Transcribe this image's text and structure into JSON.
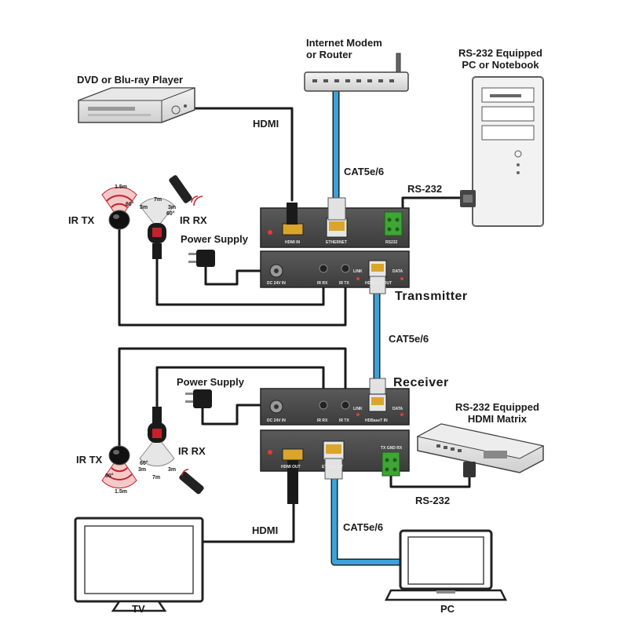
{
  "labels": {
    "modem": [
      "Internet Modem",
      "or Router"
    ],
    "pc_notebook": [
      "RS-232 Equipped",
      "PC or Notebook"
    ],
    "dvd": "DVD or Blu-ray Player",
    "hdmi_top": "HDMI",
    "cat_top": "CAT5e/6",
    "rs232_top": "RS-232",
    "ir_tx_top": "IR TX",
    "ir_rx_top": "IR RX",
    "power_top": "Power Supply",
    "transmitter": "Transmitter",
    "cat_mid": "CAT5e/6",
    "receiver": "Receiver",
    "power_bottom": "Power Supply",
    "matrix": [
      "RS-232 Equipped",
      "HDMI Matrix"
    ],
    "ir_tx_bottom": "IR TX",
    "ir_rx_bottom": "IR RX",
    "rs232_bottom": "RS-232",
    "hdmi_bottom": "HDMI",
    "cat_bottom": "CAT5e/6",
    "tv": "TV",
    "pc": "PC"
  },
  "ports": {
    "tx_hdmi_in": "HDMI IN",
    "tx_ethernet": "ETHERNET",
    "tx_rs232": "RS232",
    "tx_dc": "DC 24V IN",
    "tx_irrx": "IR RX",
    "tx_irtx": "IR TX",
    "tx_link": "LINK",
    "tx_data": "DATA",
    "tx_hdbaset_out": "HDBaseT OUT",
    "rx_dc": "DC 24V IN",
    "rx_irrx": "IR RX",
    "rx_irtx": "IR TX",
    "rx_link": "LINK",
    "rx_data": "DATA",
    "rx_hdbaset_in": "HDBaseT IN",
    "rx_hdmi_out": "HDMI OUT",
    "rx_ethernet": "ETHERNET",
    "rx_rs232_pins": "TX GND RX"
  },
  "ir_ranges": {
    "tx_distance": "1.5m",
    "tx_angle": "60°",
    "rx_left": "3m",
    "rx_mid": "7m",
    "rx_right": "3m",
    "rx_angle": "60°"
  },
  "colors": {
    "cable_black": "#1a1a1a",
    "cable_blue": "#3aa3da",
    "device_dark": "#4a4a4a",
    "signal_red": "#c0242b",
    "connector_green": "#3fa535"
  }
}
